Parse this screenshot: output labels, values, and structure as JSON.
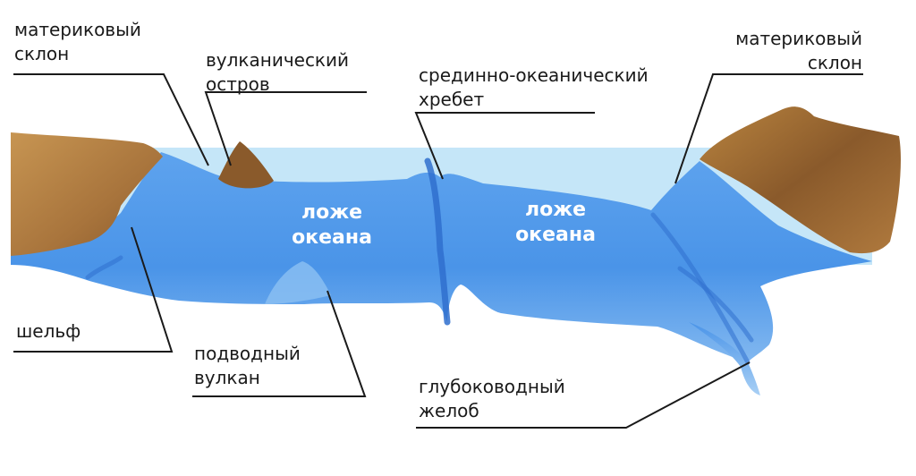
{
  "labels": {
    "continental_slope_left": [
      "материковый",
      "склон"
    ],
    "volcanic_island": [
      "вулканический",
      "остров"
    ],
    "mid_ocean_ridge": [
      "срединно-океанический",
      "хребет"
    ],
    "continental_slope_right": [
      "материковый",
      "склон"
    ],
    "shelf": [
      "шельф"
    ],
    "underwater_volcano": [
      "подводный",
      "вулкан"
    ],
    "deep_trench": [
      "глубоководный",
      "желоб"
    ],
    "ocean_floor_left": [
      "ложе",
      "океана"
    ],
    "ocean_floor_right": [
      "ложе",
      "океана"
    ]
  },
  "colors": {
    "water_surface": "#bfe3f7",
    "water_body": "#4a94e8",
    "water_deep": "#2f6fce",
    "water_light": "#8cc0f2",
    "land_light": "#c79552",
    "land_dark": "#8a5a2b",
    "leader_line": "#1a1a1a",
    "text": "#1a1a1a",
    "ocean_text": "#ffffff"
  }
}
